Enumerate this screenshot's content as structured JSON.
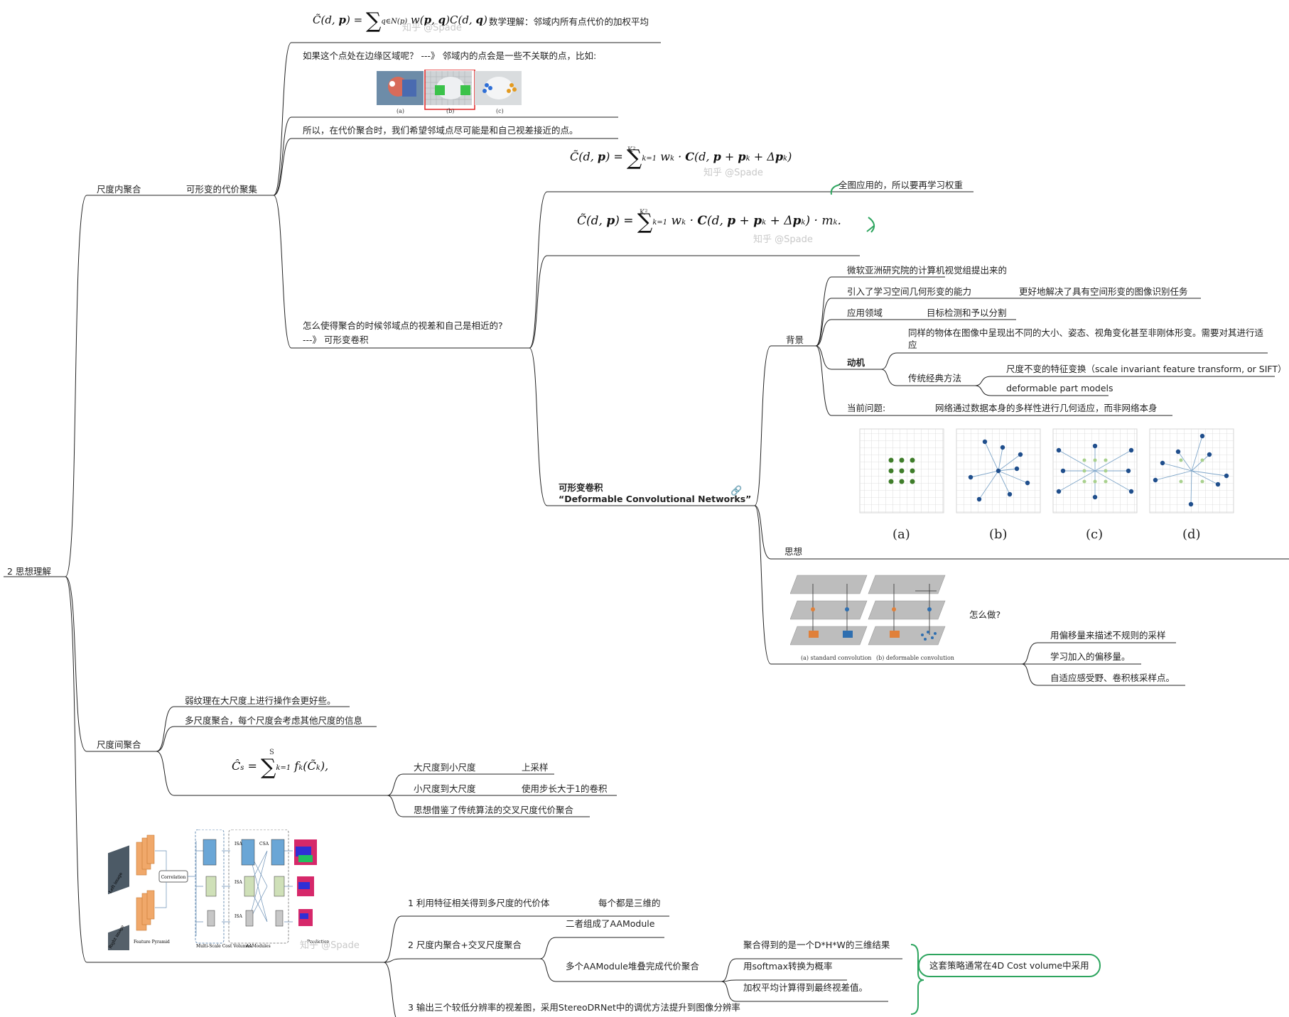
{
  "root": {
    "label": "2 思想理解"
  },
  "intra": {
    "label": "尺度内聚合",
    "deformable_cost": {
      "label": "可形变的代价聚集",
      "math_note": "数学理解：邻域内所有点代价的加权平均",
      "edge_q": "如果这个点处在边缘区域呢？ ---》 邻域内的点会是一些不关联的点，比如:",
      "hope": "所以，在代价聚合时，我们希望邻域点尽可能是和自己视差接近的点。",
      "how_line1": "怎么使得聚合的时候邻域点的视差和自己是相近的?",
      "how_line2": "---》 可形变卷积",
      "global_weight": "全图应用的，所以要再学习权重",
      "fig_caps": [
        "(a)",
        "(b)",
        "(c)"
      ]
    },
    "dcn": {
      "title_line1": "可形变卷积",
      "title_line2": "“Deformable Convolutional Networks”",
      "background": {
        "label": "背景",
        "items": [
          "微软亚洲研究院的计算机视觉组提出来的",
          "引入了学习空间几何形变的能力",
          "应用领域",
          "动机",
          "当前问题:"
        ],
        "ability_detail": "更好地解决了具有空间形变的图像识别任务",
        "domain_detail": "目标检测和予以分割",
        "motivation_detail": "同样的物体在图像中呈现出不同的大小、姿态、视角变化甚至非刚体形变。需要对其进行适应",
        "traditional": "传统经典方法",
        "traditional_items": [
          "尺度不变的特征变换（scale invariant feature transform, or SIFT）",
          "deformable part models"
        ],
        "problem_detail": "网络通过数据本身的多样性进行几何适应，而非网络本身"
      },
      "idea": {
        "label": "思想",
        "captions": [
          "(a)",
          "(b)",
          "(c)",
          "(d)"
        ]
      },
      "how": {
        "label": "怎么做?",
        "fig_caps": [
          "(a) standard convolution",
          "(b) deformable convolution"
        ],
        "items": [
          "用偏移量来描述不规则的采样",
          "学习加入的偏移量。",
          "自适应感受野、卷积核采样点。"
        ]
      }
    }
  },
  "inter": {
    "label": "尺度间聚合",
    "items": [
      "弱纹理在大尺度上进行操作会更好些。",
      "多尺度聚合，每个尺度会考虑其他尺度的信息"
    ],
    "sub_items": [
      {
        "label": "大尺度到小尺度",
        "detail": "上采样"
      },
      {
        "label": "小尺度到大尺度",
        "detail": "使用步长大于1的卷积"
      },
      {
        "label": "思想借鉴了传统算法的交叉尺度代价聚合",
        "detail": ""
      }
    ]
  },
  "pipeline": {
    "fig_labels": {
      "left_image": "Left image",
      "right_image": "Right image",
      "correlation": "Correlation",
      "feature_pyramid": "Feature Pyramid",
      "multiscale": "Multi-Scale Cost Volumes",
      "aamodules": "AAModules",
      "isa": "ISA",
      "csa": "CSA",
      "prediction": "Prediction"
    },
    "steps": [
      {
        "label": "1 利用特征相关得到多尺度的代价体",
        "detail": "每个都是三维的"
      },
      {
        "label": "2 尺度内聚合+交叉尺度聚合",
        "detail": "二者组成了AAModule"
      },
      {
        "label": "3 输出三个较低分辨率的视差图，采用StereoDRNet中的调优方法提升到图像分辨率",
        "detail": ""
      }
    ],
    "stack": {
      "label": "多个AAModule堆叠完成代价聚合",
      "items": [
        "聚合得到的是一个D*H*W的三维结果",
        "用softmax转换为概率",
        "加权平均计算得到最终视差值。"
      ],
      "summary": "这套策略通常在4D Cost volume中采用"
    }
  },
  "watermark": "知乎 @Spade",
  "colors": {
    "line": "#222222",
    "accent": "#2ea55f",
    "blue_dot": "#1f4e8c",
    "green_dot": "#3f7d2a",
    "orange": "#e0803a"
  }
}
